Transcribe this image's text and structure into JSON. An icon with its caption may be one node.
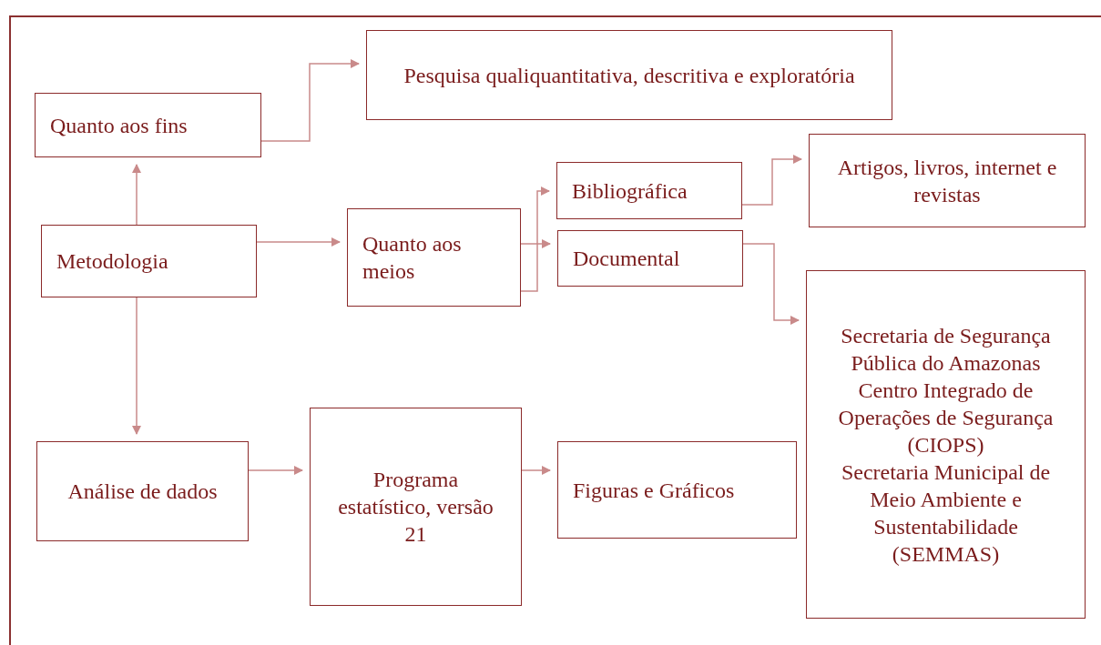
{
  "diagram": {
    "nodes": [
      {
        "text": [
          "Quanto aos fins"
        ]
      },
      {
        "text": [
          "Pesquisa qualiquantitativa, descritiva e exploratória"
        ]
      },
      {
        "text": [
          "Metodologia"
        ]
      },
      {
        "text": [
          "Quanto aos meios"
        ]
      },
      {
        "text": [
          "Bibliográfica"
        ]
      },
      {
        "text": [
          "Documental"
        ]
      },
      {
        "text": [
          "Artigos, livros, internet e revistas"
        ]
      },
      {
        "text": [
          "Secretaria de Segurança Pública do Amazonas",
          "Centro Integrado de Operações de Segurança (CIOPS)",
          "Secretaria Municipal de Meio Ambiente e Sustentabilidade (SEMMAS)"
        ]
      },
      {
        "text": [
          "Análise de dados"
        ]
      },
      {
        "text": [
          "Programa estatístico, versão 21"
        ]
      },
      {
        "text": [
          "Figuras e Gráficos"
        ]
      }
    ],
    "edges": [
      {
        "from": 2,
        "to": 0,
        "arrow": "to"
      },
      {
        "from": 0,
        "to": 1,
        "arrow": "to"
      },
      {
        "from": 2,
        "to": 3,
        "arrow": "to"
      },
      {
        "from": 3,
        "to": 4,
        "arrow": "to"
      },
      {
        "from": 3,
        "to": 5,
        "arrow": "to"
      },
      {
        "from": 4,
        "to": 6,
        "arrow": "to"
      },
      {
        "from": 5,
        "to": 7,
        "arrow": "to"
      },
      {
        "from": 2,
        "to": 8,
        "arrow": "to"
      },
      {
        "from": 8,
        "to": 9,
        "arrow": "to"
      },
      {
        "from": 9,
        "to": 10,
        "arrow": "to"
      }
    ]
  }
}
